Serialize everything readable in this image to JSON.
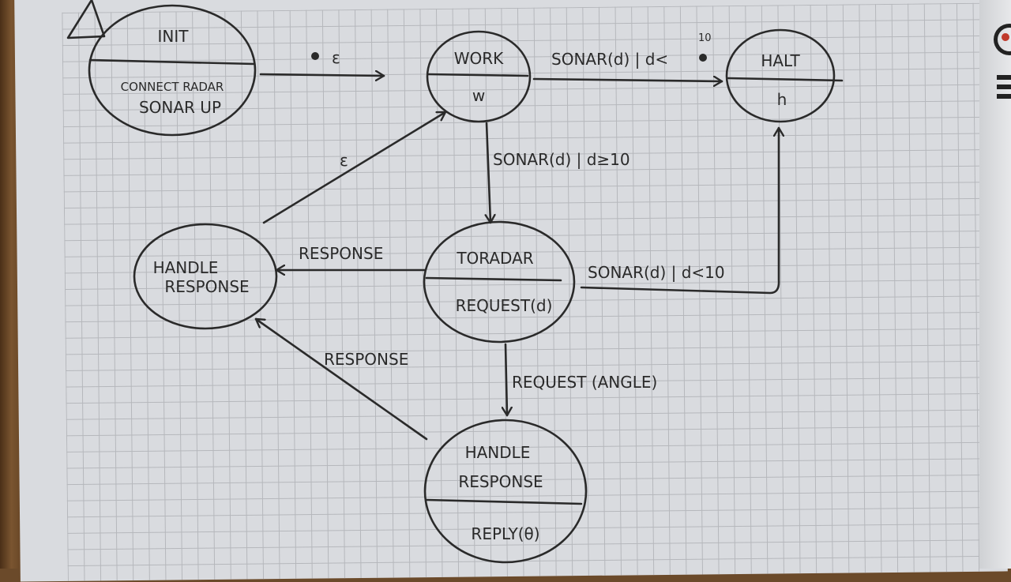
{
  "states": {
    "init": {
      "name": "INIT",
      "action_line1": "CONNECT RADAR",
      "action_line2": "SONAR UP"
    },
    "work": {
      "name": "WORK",
      "action": "w"
    },
    "halt": {
      "name": "HALT",
      "action": "h"
    },
    "toradar": {
      "name": "TORADAR",
      "action": "REQUEST(d)"
    },
    "handle_response_left": {
      "line1": "HANDLE",
      "line2": "RESPONSE"
    },
    "handle_response_bottom": {
      "line1": "HANDLE",
      "line2": "RESPONSE",
      "action": "REPLY(θ)"
    }
  },
  "transitions": {
    "init_to_work": "ε",
    "work_to_halt": "SONAR(d) | d<",
    "work_to_halt_superscript": "10",
    "work_to_toradar": "SONAR(d) | d≥10",
    "toradar_to_halt": "SONAR(d) | d<10",
    "toradar_to_handle_left": "RESPONSE",
    "handle_left_to_work": "ε",
    "toradar_to_handle_bottom": "REQUEST (ANGLE)",
    "handle_bottom_to_handle_left": "RESPONSE"
  },
  "colors": {
    "paper": "#d9dbdf",
    "grid": "#a9abb0",
    "ink": "#2a2a2a",
    "wood": "#6b4a2a"
  }
}
